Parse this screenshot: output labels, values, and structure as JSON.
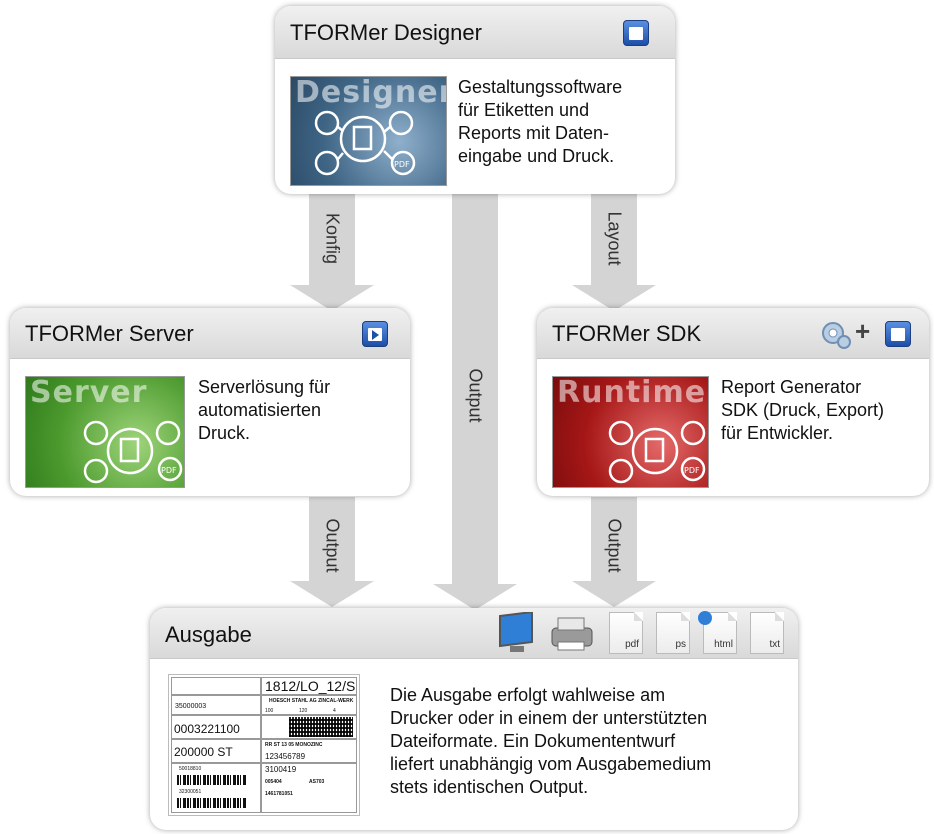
{
  "designer": {
    "title": "TFORMer Designer",
    "thumb_word": "Designer",
    "description": [
      "Gestaltungssoftware",
      "für Etiketten und",
      "Reports mit Daten-",
      "eingabe und Druck."
    ],
    "accent": "#2f5fb8"
  },
  "server": {
    "title": "TFORMer Server",
    "thumb_word": "Server",
    "description": [
      "Serverlösung für",
      "automatisierten",
      "Druck."
    ],
    "accent": "#3c9a2c"
  },
  "sdk": {
    "title": "TFORMer SDK",
    "thumb_word": "Runtime",
    "plus": "+",
    "description": [
      "Report Generator",
      "SDK (Druck, Export)",
      "für Entwickler."
    ],
    "accent": "#b81818"
  },
  "ausgabe": {
    "title": "Ausgabe",
    "formats": [
      "pdf",
      "ps",
      "html",
      "txt"
    ],
    "description": [
      "Die Ausgabe erfolgt wahlweise am",
      "Drucker oder in einem der unterstützten",
      "Dateiformate. Ein Dokumententwurf",
      "liefert unabhängig vom Ausgabemedium",
      "stets identischen Output."
    ],
    "label": {
      "main_id": "1812/LO_12/S",
      "company": "HOESCH STAHL AG ZINCAL-WERK",
      "number1": "35000003",
      "number2": "0003221100",
      "quantity": "200000 ST",
      "line1": "RR ST 13 05 MONOZINC",
      "code1": "123456789",
      "code2": "3100419",
      "code3": "005404",
      "code4": "AS703",
      "code5": "1461781051",
      "small1": "50018810",
      "small2": "32300051",
      "small3": "100",
      "small4": "120",
      "small5": "4"
    }
  },
  "arrows": {
    "konfig": "Konfig",
    "layout": "Layout",
    "output_center": "Output",
    "output_left": "Output",
    "output_right": "Output"
  }
}
